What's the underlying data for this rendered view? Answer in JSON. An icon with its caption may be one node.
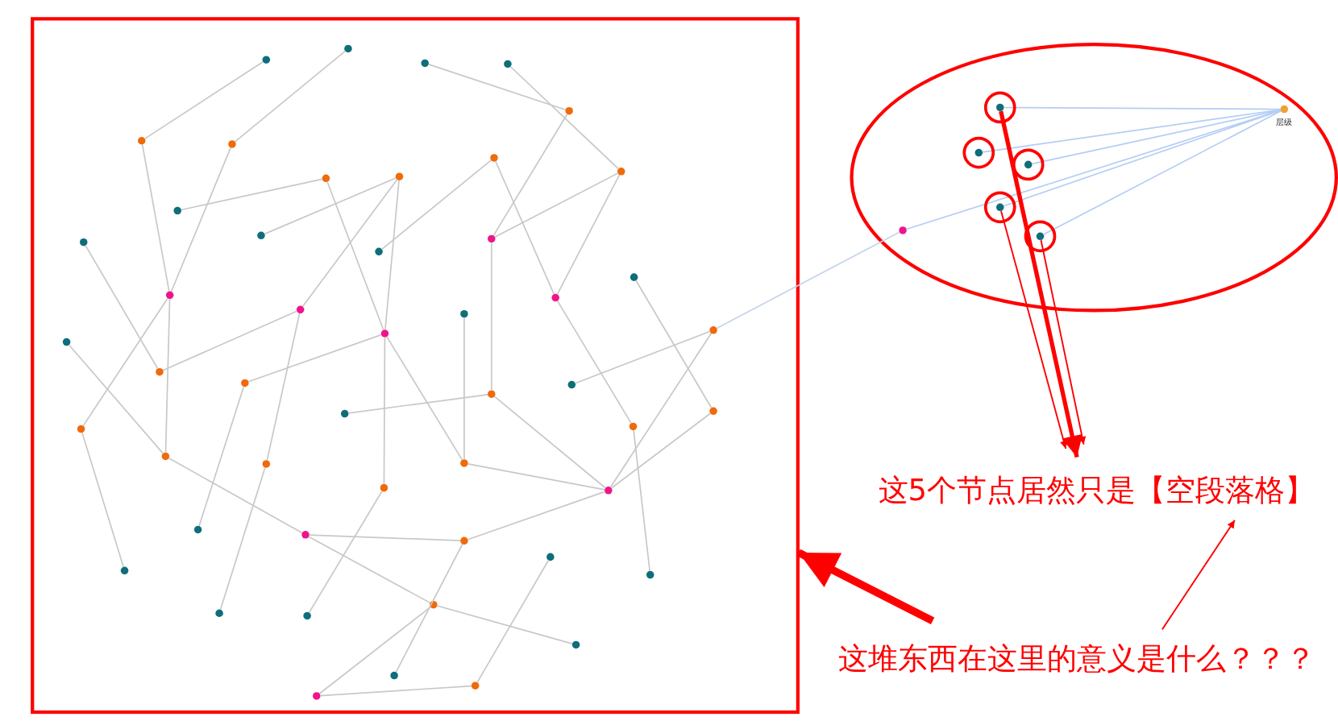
{
  "diagram": {
    "nodes": [
      {
        "text": [],
        "shape": "box"
      },
      {
        "text": [],
        "shape": "ellipse"
      },
      {
        "text": [],
        "shape": "circle",
        "in": 0
      },
      {
        "text": [],
        "shape": "circle",
        "in": 0
      },
      {
        "text": [],
        "shape": "circle",
        "in": 0
      },
      {
        "text": [],
        "shape": "circle",
        "in": 0
      },
      {
        "text": [],
        "shape": "circle",
        "in": 0
      },
      {
        "text": [],
        "shape": "circle",
        "in": 0
      },
      {
        "text": [],
        "shape": "circle",
        "in": 0
      },
      {
        "text": [],
        "shape": "circle",
        "in": 0
      },
      {
        "text": [],
        "shape": "circle",
        "in": 0
      },
      {
        "text": [],
        "shape": "circle",
        "in": 0
      },
      {
        "text": [],
        "shape": "circle",
        "in": 0
      },
      {
        "text": [],
        "shape": "circle",
        "in": 0
      },
      {
        "text": [],
        "shape": "circle",
        "in": 0
      },
      {
        "text": [],
        "shape": "circle",
        "in": 0
      },
      {
        "text": [],
        "shape": "circle",
        "in": 0
      },
      {
        "text": [],
        "shape": "circle",
        "in": 0
      },
      {
        "text": [],
        "shape": "circle",
        "in": 0
      },
      {
        "text": [],
        "shape": "circle",
        "in": 0
      },
      {
        "text": [],
        "shape": "circle",
        "in": 0
      },
      {
        "text": [],
        "shape": "circle",
        "in": 0
      },
      {
        "text": [],
        "shape": "circle",
        "in": 0
      },
      {
        "text": [],
        "shape": "circle",
        "in": 0
      },
      {
        "text": [],
        "shape": "circle",
        "in": 0
      },
      {
        "text": [],
        "shape": "circle",
        "in": 0
      },
      {
        "text": [],
        "shape": "circle",
        "in": 0
      },
      {
        "text": [],
        "shape": "circle",
        "in": 0
      },
      {
        "text": [],
        "shape": "circle",
        "in": 0
      },
      {
        "text": [],
        "shape": "circle",
        "in": 0
      },
      {
        "text": [],
        "shape": "circle",
        "in": 0
      },
      {
        "text": [],
        "shape": "circle",
        "in": 0
      },
      {
        "text": [],
        "shape": "circle",
        "in": 0
      },
      {
        "text": [],
        "shape": "circle",
        "in": 0
      },
      {
        "text": [],
        "shape": "circle",
        "in": 0
      },
      {
        "text": [],
        "shape": "circle",
        "in": 0
      },
      {
        "text": [],
        "shape": "circle",
        "in": 0
      },
      {
        "text": [],
        "shape": "circle",
        "in": 0
      },
      {
        "text": [],
        "shape": "circle",
        "in": 0
      },
      {
        "text": [],
        "shape": "circle",
        "in": 0
      },
      {
        "text": [],
        "shape": "circle",
        "in": 0
      },
      {
        "text": [],
        "shape": "circle",
        "in": 0
      },
      {
        "text": [],
        "shape": "circle",
        "in": 0
      },
      {
        "text": [],
        "shape": "circle",
        "in": 0
      },
      {
        "text": [],
        "shape": "circle",
        "in": 0
      },
      {
        "text": [],
        "shape": "circle",
        "in": 0
      },
      {
        "text": [],
        "shape": "circle",
        "in": 0
      },
      {
        "text": [],
        "shape": "circle",
        "in": 0
      },
      {
        "text": [],
        "shape": "circle",
        "in": 0
      },
      {
        "text": [],
        "shape": "circle",
        "in": 0
      },
      {
        "text": [],
        "shape": "circle",
        "in": 0
      },
      {
        "text": [],
        "shape": "circle",
        "in": 0
      },
      {
        "text": [],
        "shape": "circle",
        "in": 1
      },
      {
        "text": [],
        "shape": "circle",
        "in": 1
      },
      {
        "text": [],
        "shape": "circle",
        "in": 1
      },
      {
        "text": [],
        "shape": "circle",
        "in": 1
      },
      {
        "text": [],
        "shape": "circle",
        "in": 1
      },
      {
        "text": [],
        "shape": "circle",
        "in": 1
      },
      {
        "text": [],
        "shape": "circle",
        "in": 1,
        "beside": [
          "层级"
        ]
      },
      {
        "text": [
          "这5个节点居然只是【空段落格】"
        ]
      },
      {
        "text": [
          "这堆东西在这里的意义是什么？？？"
        ]
      }
    ],
    "edges": [
      {
        "from": 2,
        "to": 6,
        "arrow": "none"
      },
      {
        "from": 3,
        "to": 7,
        "arrow": "none"
      },
      {
        "from": 4,
        "to": 8,
        "arrow": "none"
      },
      {
        "from": 5,
        "to": 9,
        "arrow": "none"
      },
      {
        "from": 8,
        "to": 16,
        "arrow": "none"
      },
      {
        "from": 9,
        "to": 16,
        "arrow": "none"
      },
      {
        "from": 9,
        "to": 20,
        "arrow": "none"
      },
      {
        "from": 12,
        "to": 15,
        "arrow": "none"
      },
      {
        "from": 12,
        "to": 20,
        "arrow": "none"
      },
      {
        "from": 6,
        "to": 18,
        "arrow": "none"
      },
      {
        "from": 7,
        "to": 18,
        "arrow": "none"
      },
      {
        "from": 18,
        "to": 31,
        "arrow": "none"
      },
      {
        "from": 18,
        "to": 34,
        "arrow": "none"
      },
      {
        "from": 13,
        "to": 10,
        "arrow": "none"
      },
      {
        "from": 14,
        "to": 11,
        "arrow": "none"
      },
      {
        "from": 11,
        "to": 19,
        "arrow": "none"
      },
      {
        "from": 11,
        "to": 22,
        "arrow": "none"
      },
      {
        "from": 10,
        "to": 22,
        "arrow": "none"
      },
      {
        "from": 17,
        "to": 24,
        "arrow": "none"
      },
      {
        "from": 19,
        "to": 24,
        "arrow": "none"
      },
      {
        "from": 19,
        "to": 35,
        "arrow": "none"
      },
      {
        "from": 22,
        "to": 26,
        "arrow": "none"
      },
      {
        "from": 22,
        "to": 38,
        "arrow": "none"
      },
      {
        "from": 22,
        "to": 36,
        "arrow": "none"
      },
      {
        "from": 23,
        "to": 36,
        "arrow": "none"
      },
      {
        "from": 16,
        "to": 30,
        "arrow": "none"
      },
      {
        "from": 29,
        "to": 30,
        "arrow": "none"
      },
      {
        "from": 30,
        "to": 37,
        "arrow": "none"
      },
      {
        "from": 36,
        "to": 37,
        "arrow": "none"
      },
      {
        "from": 20,
        "to": 32,
        "arrow": "none"
      },
      {
        "from": 21,
        "to": 33,
        "arrow": "none"
      },
      {
        "from": 28,
        "to": 27,
        "arrow": "none"
      },
      {
        "from": 27,
        "to": 37,
        "arrow": "none"
      },
      {
        "from": 33,
        "to": 37,
        "arrow": "none"
      },
      {
        "from": 32,
        "to": 44,
        "arrow": "none"
      },
      {
        "from": 25,
        "to": 34,
        "arrow": "none"
      },
      {
        "from": 34,
        "to": 40,
        "arrow": "none"
      },
      {
        "from": 26,
        "to": 39,
        "arrow": "none"
      },
      {
        "from": 35,
        "to": 45,
        "arrow": "none"
      },
      {
        "from": 31,
        "to": 42,
        "arrow": "none"
      },
      {
        "from": 38,
        "to": 46,
        "arrow": "none"
      },
      {
        "from": 40,
        "to": 41,
        "arrow": "none"
      },
      {
        "from": 41,
        "to": 37,
        "arrow": "none"
      },
      {
        "from": 40,
        "to": 47,
        "arrow": "none"
      },
      {
        "from": 41,
        "to": 49,
        "arrow": "none"
      },
      {
        "from": 47,
        "to": 48,
        "arrow": "none"
      },
      {
        "from": 47,
        "to": 50,
        "arrow": "none"
      },
      {
        "from": 50,
        "to": 51,
        "arrow": "none"
      },
      {
        "from": 43,
        "to": 51,
        "arrow": "none"
      },
      {
        "from": 27,
        "to": 52,
        "arrow": "none",
        "color": "#c6d4ea"
      },
      {
        "from": 53,
        "to": 58,
        "arrow": "none",
        "color": "#b4cdf5"
      },
      {
        "from": 54,
        "to": 58,
        "arrow": "none",
        "color": "#b4cdf5"
      },
      {
        "from": 55,
        "to": 58,
        "arrow": "none",
        "color": "#b4cdf5"
      },
      {
        "from": 56,
        "to": 58,
        "arrow": "none",
        "color": "#b4cdf5"
      },
      {
        "from": 57,
        "to": 58,
        "arrow": "none",
        "color": "#b4cdf5"
      },
      {
        "from": 52,
        "to": 58,
        "arrow": "none",
        "color": "#b4cdf5"
      },
      {
        "from": 53,
        "to": 59,
        "arrow": "to",
        "style": "thick",
        "color": "#ff0000"
      },
      {
        "from": 56,
        "to": 59,
        "arrow": "to",
        "color": "#ff0000"
      },
      {
        "from": 57,
        "to": 59,
        "arrow": "to",
        "color": "#ff0000"
      },
      {
        "from": 60,
        "to": 0,
        "arrow": "to",
        "style": "thick",
        "color": "#ff0000"
      },
      {
        "from": 60,
        "to": 59,
        "arrow": "to",
        "color": "#ff0000"
      }
    ]
  }
}
